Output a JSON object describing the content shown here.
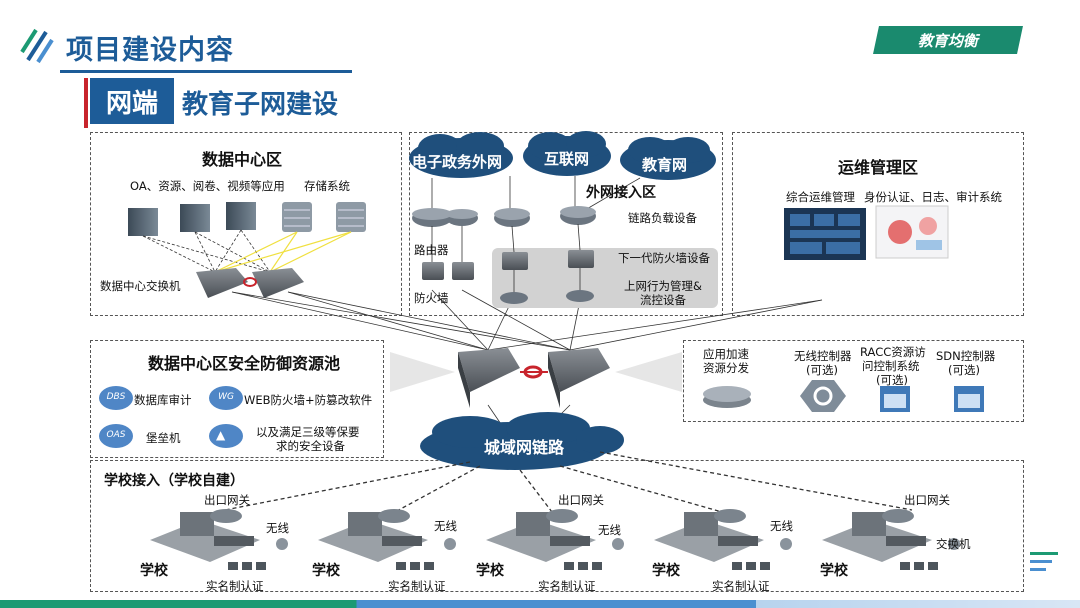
{
  "header": {
    "title": "项目建设内容",
    "tag": "教育均衡"
  },
  "subheader": {
    "box": "网端",
    "text": "教育子网建设"
  },
  "datacenter": {
    "title": "数据中心区",
    "caption_apps": "OA、资源、阅卷、视频等应用",
    "caption_storage": "存储系统",
    "switch_label": "数据中心交换机"
  },
  "external": {
    "clouds": [
      "电子政务外网",
      "互联网",
      "教育网"
    ],
    "title": "外网接入区",
    "load_balance": "链路负载设备",
    "router": "路由器",
    "firewall": "防火墙",
    "ngfw": "下一代防火墙设备",
    "behavior_line1": "上网行为管理&",
    "behavior_line2": "流控设备"
  },
  "ops": {
    "title": "运维管理区",
    "line1": "综合运维管理",
    "line2": "身份认证、日志、审计系统"
  },
  "security_pool": {
    "title": "数据中心区安全防御资源池",
    "items": [
      {
        "badge": "DBS",
        "label": "数据库审计"
      },
      {
        "badge": "WG",
        "label": "WEB防火墙+防篡改软件"
      },
      {
        "badge": "OAS",
        "label": "堡垒机"
      }
    ],
    "extra_line1": "以及满足三级等保要",
    "extra_line2": "求的安全设备"
  },
  "services": {
    "accel_line1": "应用加速",
    "accel_line2": "资源分发",
    "wireless_line1": "无线控制器",
    "wireless_line2": "(可选)",
    "racc_line1": "RACC资源访",
    "racc_line2": "问控制系统",
    "racc_line3": "(可选)",
    "sdn_line1": "SDN控制器",
    "sdn_line2": "(可选)"
  },
  "metro": {
    "label": "城域网链路"
  },
  "schools": {
    "title": "学校接入（学校自建）",
    "units": [
      {
        "name": "学校",
        "wireless": "无线",
        "auth": "实名制认证",
        "gateway": "出口网关"
      },
      {
        "name": "学校",
        "wireless": "无线",
        "auth": "实名制认证",
        "gateway": ""
      },
      {
        "name": "学校",
        "wireless": "无线",
        "auth": "实名制认证",
        "gateway": "出口网关"
      },
      {
        "name": "学校",
        "wireless": "无线",
        "auth": "实名制认证",
        "gateway": ""
      },
      {
        "name": "学校",
        "wireless": "",
        "auth": "",
        "gateway": "出口网关",
        "switch": "交换机"
      }
    ]
  },
  "colors": {
    "primary": "#1d5c98",
    "accent": "#1a8a6e",
    "cloud": "#1f4f7c",
    "red": "#c8242c"
  }
}
